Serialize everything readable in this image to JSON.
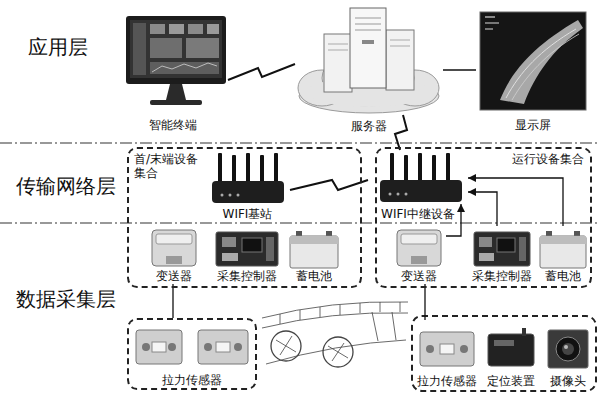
{
  "diagram": {
    "nodes": [
      {
        "text": [
          "智能终端"
        ]
      },
      {
        "text": [
          "服务器"
        ]
      },
      {
        "text": [
          "显示屏"
        ]
      },
      {
        "text": [
          "首/末端设备集合"
        ]
      },
      {
        "text": [
          "WIFI基站"
        ],
        "in": 3
      },
      {
        "text": [
          "变送器"
        ],
        "in": 3
      },
      {
        "text": [
          "采集控制器"
        ],
        "in": 3
      },
      {
        "text": [
          "蓄电池"
        ],
        "in": 3
      },
      {
        "text": [
          "运行设备集合"
        ]
      },
      {
        "text": [
          "WIFI中继设备"
        ],
        "in": 8
      },
      {
        "text": [
          "变送器"
        ],
        "in": 8
      },
      {
        "text": [
          "采集控制器"
        ],
        "in": 8
      },
      {
        "text": [
          "蓄电池"
        ],
        "in": 8
      },
      {
        "text": [
          "拉力传感器"
        ]
      },
      {
        "text": [
          "拉力传感器"
        ]
      },
      {
        "text": [
          "定位装置"
        ]
      },
      {
        "text": [
          "摄像头"
        ]
      }
    ],
    "edges": [
      {
        "from": 0,
        "to": 1,
        "arrow": "none"
      },
      {
        "from": 1,
        "to": 2,
        "arrow": "none"
      },
      {
        "from": 4,
        "to": 9,
        "arrow": "none"
      },
      {
        "from": 9,
        "to": 1,
        "arrow": "none"
      },
      {
        "from": 10,
        "to": 9,
        "arrow": "to"
      },
      {
        "from": 11,
        "to": 9,
        "arrow": "to"
      },
      {
        "from": 12,
        "to": 9,
        "arrow": "to"
      },
      {
        "from": 5,
        "to": 13,
        "arrow": "none"
      },
      {
        "from": 10,
        "to": 14,
        "arrow": "none"
      }
    ],
    "labels": [
      "应用层",
      "传输网络层",
      "数据采集层"
    ]
  }
}
